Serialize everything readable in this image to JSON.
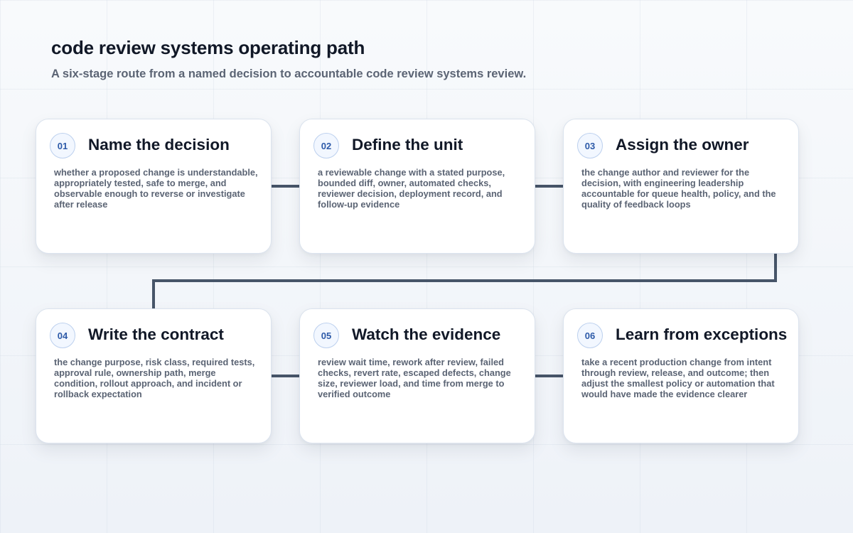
{
  "header": {
    "title": "code review systems operating path",
    "subtitle": "A six-stage route from a named decision to accountable code review systems review."
  },
  "stages": [
    {
      "number": "01",
      "title": "Name the decision",
      "description": "whether a proposed change is understandable, appropriately tested, safe to merge, and observable enough to reverse or investigate after release"
    },
    {
      "number": "02",
      "title": "Define the unit",
      "description": "a reviewable change with a stated purpose, bounded diff, owner, automated checks, reviewer decision, deployment record, and follow-up evidence"
    },
    {
      "number": "03",
      "title": "Assign the owner",
      "description": "the change author and reviewer for the decision, with engineering leadership accountable for queue health, policy, and the quality of feedback loops"
    },
    {
      "number": "04",
      "title": "Write the contract",
      "description": "the change purpose, risk class, required tests, approval rule, ownership path, merge condition, rollout approach, and incident or rollback expectation"
    },
    {
      "number": "05",
      "title": "Watch the evidence",
      "description": "review wait time, rework after review, failed checks, revert rate, escaped defects, change size, reviewer load, and time from merge to verified outcome"
    },
    {
      "number": "06",
      "title": "Learn from exceptions",
      "description": "take a recent production change from intent through review, release, and outcome; then adjust the smallest policy or automation that would have made the evidence clearer"
    }
  ],
  "colors": {
    "connector": "#475569",
    "badge_text": "#2d5aa8",
    "badge_border": "#bcd0ee",
    "card_border": "#dbe3ee"
  }
}
